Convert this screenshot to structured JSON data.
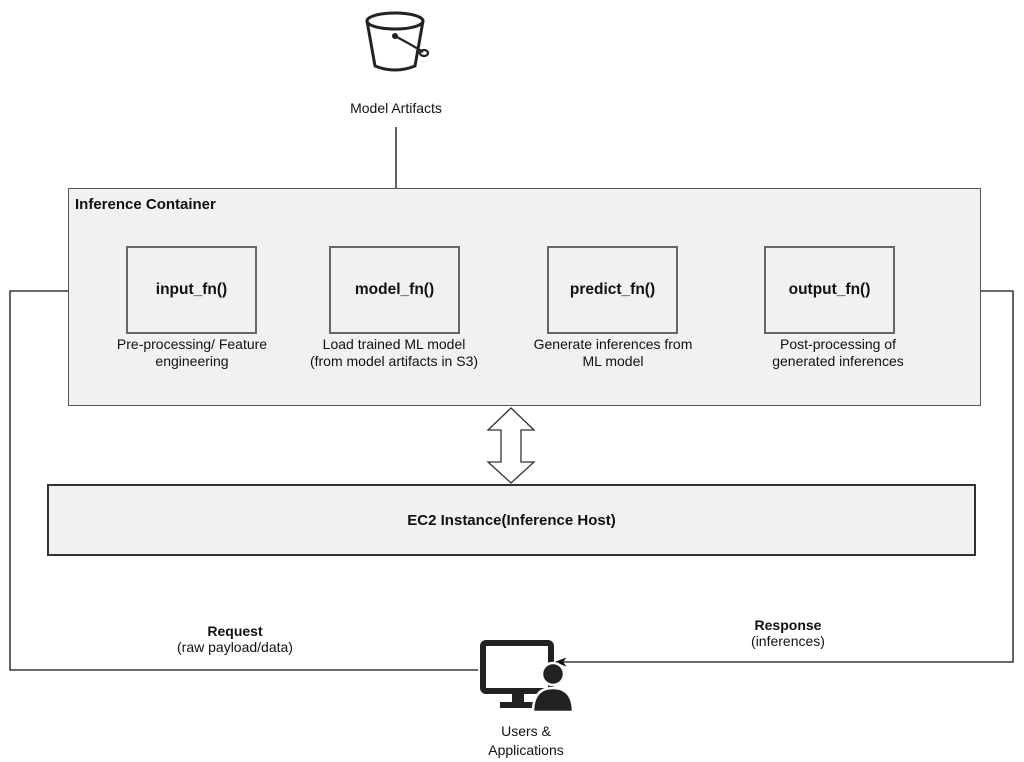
{
  "storage": {
    "label": "Model Artifacts",
    "icon": "s3-bucket-icon"
  },
  "container": {
    "title": "Inference Container"
  },
  "functions": [
    {
      "name": "input_fn()",
      "description_lines": [
        "Pre-processing/ Feature",
        "engineering"
      ]
    },
    {
      "name": "model_fn()",
      "description_lines": [
        "Load trained ML model",
        "(from model artifacts in S3)"
      ]
    },
    {
      "name": "predict_fn()",
      "description_lines": [
        "Generate inferences from",
        "ML model"
      ]
    },
    {
      "name": "output_fn()",
      "description_lines": [
        "Post-processing of",
        "generated inferences"
      ]
    }
  ],
  "host": {
    "label": "EC2 Instance(Inference Host)"
  },
  "request": {
    "title": "Request",
    "subtitle": "(raw payload/data)"
  },
  "response": {
    "title": "Response",
    "subtitle": "(inferences)"
  },
  "users": {
    "label_lines": [
      "Users &",
      "Applications"
    ],
    "icon": "user-computer-icon"
  }
}
